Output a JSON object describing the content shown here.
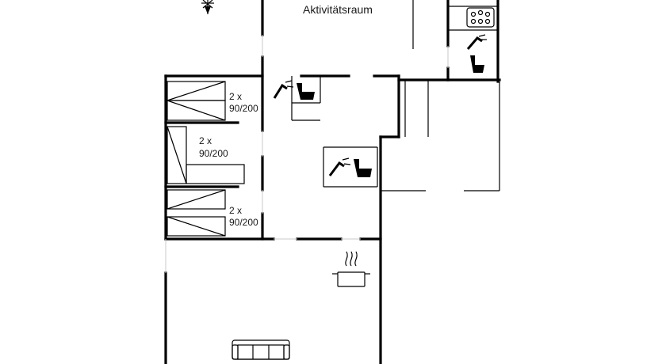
{
  "rooms": {
    "activity_room": "Aktivitätsraum",
    "bedroom_1": {
      "count": "2 x",
      "size": "90/200"
    },
    "bedroom_2": {
      "count": "2 x",
      "size": "90/200"
    },
    "bedroom_3": {
      "count": "2 x",
      "size": "90/200"
    }
  },
  "icons": {
    "compass": "compass-icon",
    "shower": "shower-icon",
    "toilet": "toilet-icon",
    "stove": "stove-icon",
    "cooking_pot": "cooking-pot-icon",
    "sofa": "sofa-icon"
  },
  "colors": {
    "walls": "#000000",
    "background": "#ffffff",
    "doors": "#c8c8c8"
  }
}
